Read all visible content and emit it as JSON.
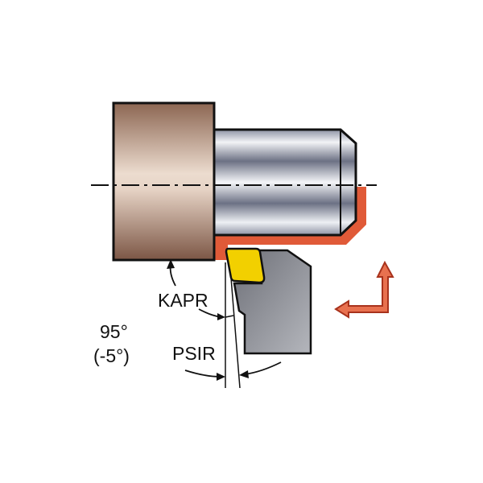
{
  "labels": {
    "kapr": "KAPR",
    "psir": "PSIR",
    "angle_main": "95°",
    "angle_secondary": "(-5°)"
  },
  "colors": {
    "machined_surface": "#e05a38",
    "insert": "#f2d000",
    "holder": "#8a8c94",
    "feed_arrow": "#e05a38"
  }
}
